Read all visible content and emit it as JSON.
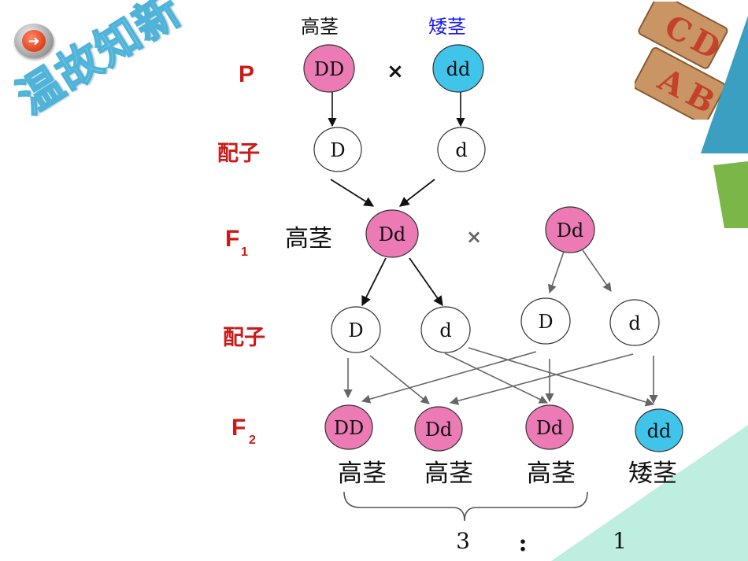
{
  "banner_title": "温故知新",
  "nav": {
    "icon": "arrow-right-icon"
  },
  "decoration": {
    "blocks_letters": [
      "C",
      "D",
      "A",
      "B"
    ]
  },
  "colors": {
    "label_red": "#cc1a1a",
    "pink": "#ec7ab4",
    "blue": "#40c4ea",
    "arrow": "#666666",
    "tall_label_blue": "#1a1aee"
  },
  "rows": {
    "p": "P",
    "gamete1": "配子",
    "f1": "F",
    "f1_sub": "1",
    "gamete2": "配子",
    "f2": "F",
    "f2_sub": "2"
  },
  "parents": {
    "tall": {
      "label": "高茎",
      "genotype": "DD"
    },
    "dwarf": {
      "label": "矮茎",
      "genotype": "dd"
    },
    "cross": "×"
  },
  "gametes_p": [
    "D",
    "d"
  ],
  "f1": {
    "label": "高茎",
    "genotype": "Dd",
    "partner": "Dd",
    "cross": "×"
  },
  "gametes_f1": [
    "D",
    "d",
    "D",
    "d"
  ],
  "f2": [
    {
      "genotype": "DD",
      "phenotype": "高茎"
    },
    {
      "genotype": "Dd",
      "phenotype": "高茎"
    },
    {
      "genotype": "Dd",
      "phenotype": "高茎"
    },
    {
      "genotype": "dd",
      "phenotype": "矮茎"
    }
  ],
  "ratio": {
    "tall": "3",
    "sep": ":",
    "dwarf": "1"
  }
}
